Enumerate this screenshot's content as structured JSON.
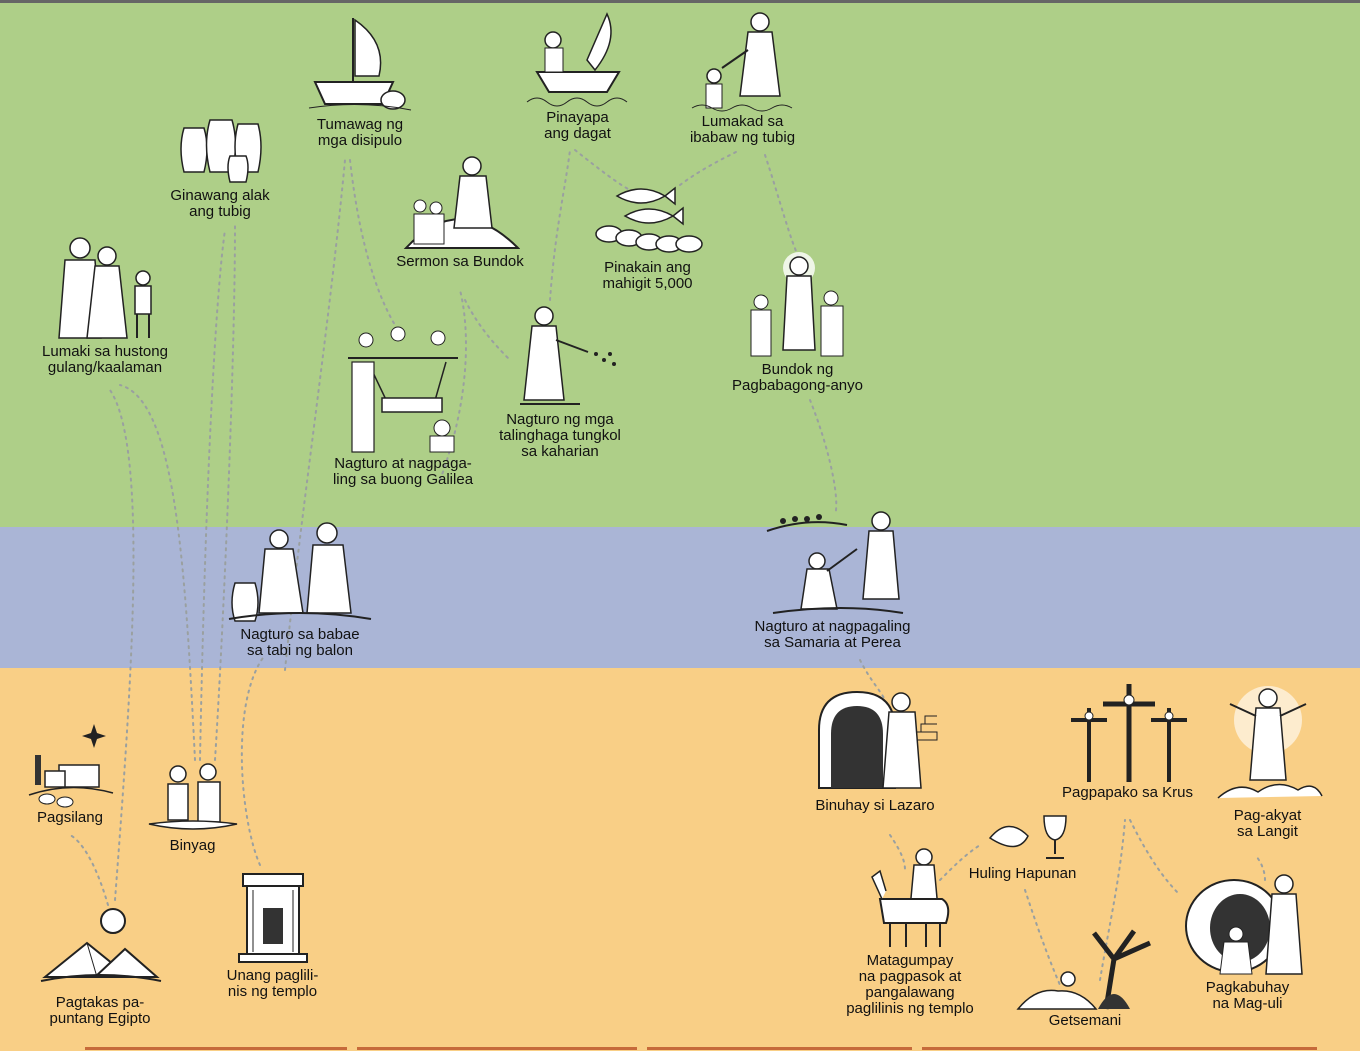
{
  "colors": {
    "galilee": "#aecf88",
    "samaria": "#aab5d6",
    "judea": "#f9cf86",
    "path": "#9aa0a0"
  },
  "events": {
    "pagsilang": "Pagsilang",
    "pagtakas": "Pagtakas pa-\npuntang Egipto",
    "binyag": "Binyag",
    "paglilinis": "Unang paglili-\nnis ng templo",
    "lumaki": "Lumaki sa hustong\ngulang/kaalaman",
    "alak": "Ginawang alak\nang tubig",
    "disipulo": "Tumawag ng\nmga disipulo",
    "sermon": "Sermon sa Bundok",
    "galilea": "Nagturo at nagpaga-\nling sa buong Galilea",
    "talinghaga": "Nagturo ng mga\ntalinghaga tungkol\nsa kaharian",
    "pinayapa": "Pinayapa\nang dagat",
    "lumakad": "Lumakad sa\nibabaw ng tubig",
    "pinakain": "Pinakain ang\nmahigit 5,000",
    "pagbabagong": "Bundok ng\nPagbabagong-anyo",
    "babae": "Nagturo sa babae\nsa tabi ng balon",
    "samaria": "Nagturo at nagpagaling\nsa Samaria at Perea",
    "lazaro": "Binuhay si Lazaro",
    "matagumpay": "Matagumpay\nna pagpasok at\npangalawang\npaglilinis ng templo",
    "hapunan": "Huling Hapunan",
    "getsemani": "Getsemani",
    "krus": "Pagpapako sa Krus",
    "pagkabuhay": "Pagkabuhay\nna Mag-uli",
    "pagakyat": "Pag-akyat\nsa Langit"
  }
}
